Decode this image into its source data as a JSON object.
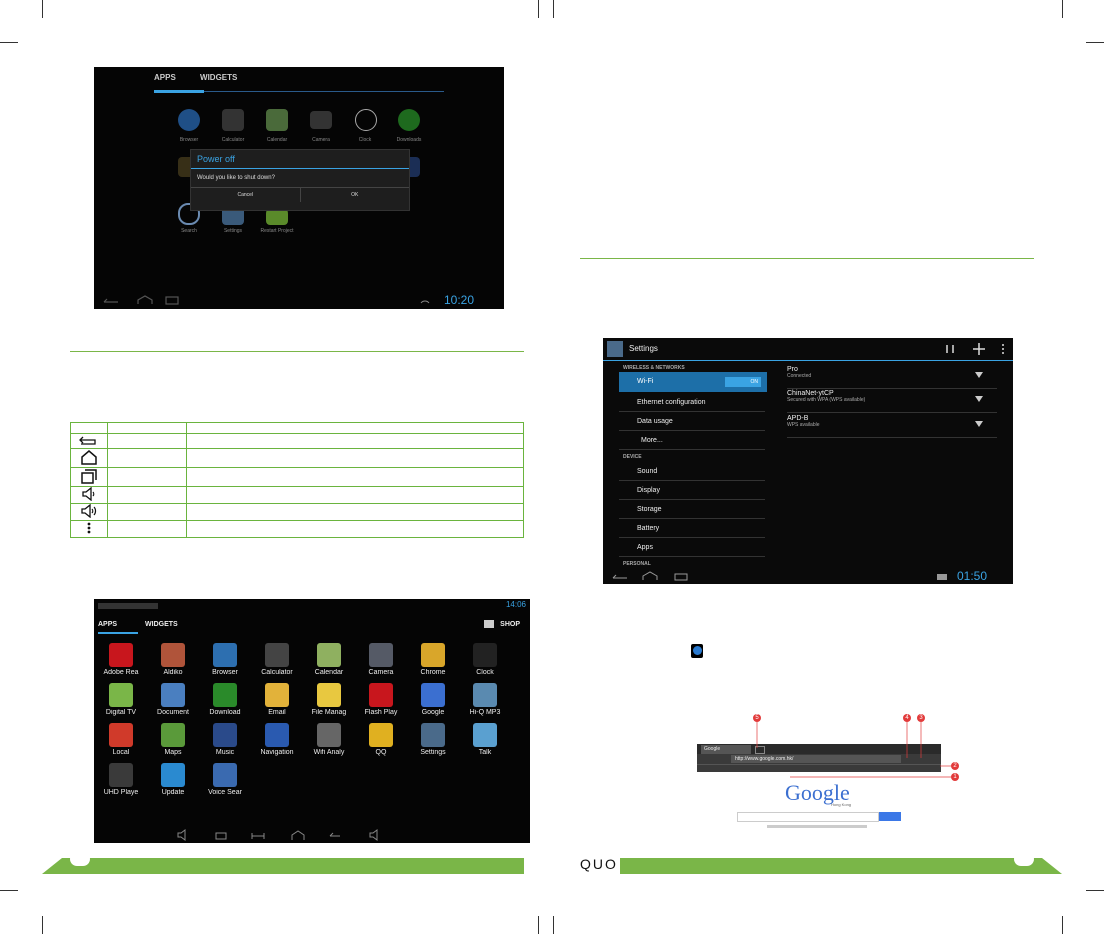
{
  "s1": {
    "tabs": [
      "APPS",
      "WIDGETS"
    ],
    "apps": [
      "Browser",
      "Calculator",
      "Calendar",
      "Camera",
      "Clock",
      "Downloads",
      "Search",
      "Settings",
      "Restart Project"
    ],
    "dialog_title": "Power off",
    "dialog_message": "Would you like to shut down?",
    "cancel": "Cancel",
    "ok": "OK",
    "clock": "10:20"
  },
  "app_grid": {
    "time": "14:06",
    "tabs": [
      "APPS",
      "WIDGETS"
    ],
    "shop": "SHOP",
    "apps": [
      {
        "label": "Adobe Rea",
        "color": "#c8161d"
      },
      {
        "label": "Aldiko",
        "color": "#b0543a"
      },
      {
        "label": "Browser",
        "color": "#2d6fb0"
      },
      {
        "label": "Calculator",
        "color": "#444"
      },
      {
        "label": "Calendar",
        "color": "#8fb060"
      },
      {
        "label": "Camera",
        "color": "#555a66"
      },
      {
        "label": "Chrome",
        "color": "#d9a62a"
      },
      {
        "label": "Clock",
        "color": "#222"
      },
      {
        "label": "Digital TV",
        "color": "#7ab648"
      },
      {
        "label": "Document",
        "color": "#4a7fc0"
      },
      {
        "label": "Download",
        "color": "#2a8a2a"
      },
      {
        "label": "Email",
        "color": "#e2b23a"
      },
      {
        "label": "File Manag",
        "color": "#e8c840"
      },
      {
        "label": "Flash Play",
        "color": "#c8161d"
      },
      {
        "label": "Google",
        "color": "#3b6fd0"
      },
      {
        "label": "Hi-Q MP3",
        "color": "#5a8ab0"
      },
      {
        "label": "Local",
        "color": "#d03a2a"
      },
      {
        "label": "Maps",
        "color": "#5a9a3a"
      },
      {
        "label": "Music",
        "color": "#2a4a8a"
      },
      {
        "label": "Navigation",
        "color": "#2a5ab0"
      },
      {
        "label": "Wifi Analy",
        "color": "#666"
      },
      {
        "label": "QQ",
        "color": "#e0b020"
      },
      {
        "label": "Settings",
        "color": "#4a6a8a"
      },
      {
        "label": "Talk",
        "color": "#5aa0d0"
      },
      {
        "label": "UHD Playe",
        "color": "#3a3a3a"
      },
      {
        "label": "Update",
        "color": "#2a8ad0"
      },
      {
        "label": "Voice Sear",
        "color": "#3a6ab0"
      }
    ]
  },
  "settings": {
    "title": "Settings",
    "sections": {
      "wireless": "WIRELESS & NETWORKS",
      "device": "DEVICE",
      "personal": "PERSONAL"
    },
    "wifi": "Wi-Fi",
    "wifi_toggle": "ON",
    "items_wireless": [
      "Ethernet configuration",
      "Data usage",
      "More..."
    ],
    "items_device": [
      "Sound",
      "Display",
      "Storage",
      "Battery",
      "Apps"
    ],
    "networks": [
      {
        "name": "Pro",
        "status": "Connected"
      },
      {
        "name": "ChinaNet-ytCP",
        "status": "Secured with WPA (WPS available)"
      },
      {
        "name": "APD-B",
        "status": "WPS available"
      }
    ],
    "clock": "01:50"
  },
  "browser": {
    "tab": "Google",
    "url": "http://www.google.com.hk/",
    "logo": "Google",
    "logo_sub": "Hong Kong",
    "callouts": [
      "5",
      "4",
      "3",
      "2",
      "1"
    ]
  },
  "brand": "QUO",
  "colors": {
    "accent": "#3aa3e3",
    "green": "#7ab648"
  }
}
